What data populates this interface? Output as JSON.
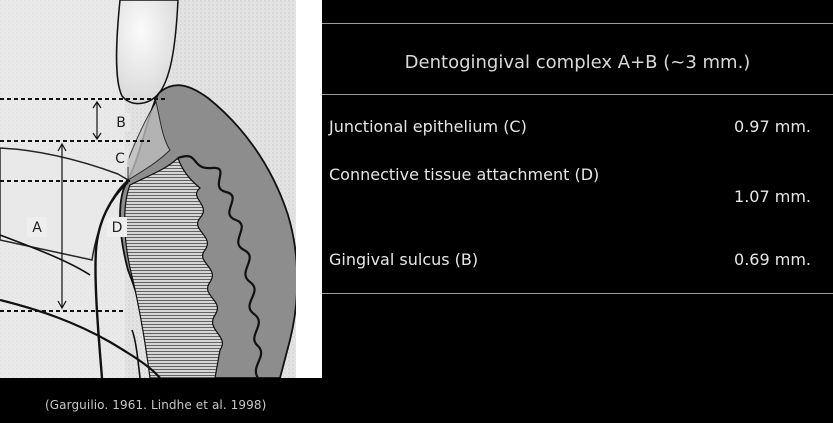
{
  "diagram": {
    "labels": {
      "a": "A",
      "b": "B",
      "c": "C",
      "d": "D"
    }
  },
  "table": {
    "title": "Dentogingival complex A+B (~3 mm.)",
    "rows": [
      {
        "label": "Junctional epithelium (C)",
        "value": "0.97 mm."
      },
      {
        "label": "Connective tissue attachment (D)",
        "value": "1.07 mm."
      },
      {
        "label": "Gingival sulcus (B)",
        "value": "0.69 mm."
      }
    ]
  },
  "citation": "(Garguilio. 1961. Lindhe et al. 1998)",
  "colors": {
    "background_dark": "#000000",
    "text_light": "#e6e6e6",
    "gum_grey": "#8a8a8a"
  }
}
